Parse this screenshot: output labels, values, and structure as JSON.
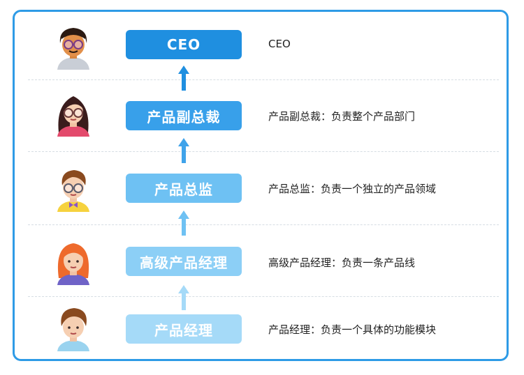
{
  "levels": [
    {
      "role": "CEO",
      "desc": "CEO",
      "color": "#1f8fe0"
    },
    {
      "role": "产品副总裁",
      "desc": "产品副总裁：负责整个产品部门",
      "color": "#38a0ea"
    },
    {
      "role": "产品总监",
      "desc": "产品总监：负责一个独立的产品领域",
      "color": "#6ec1f3"
    },
    {
      "role": "高级产品经理",
      "desc": "高级产品经理：负责一条产品线",
      "color": "#8ccff6"
    },
    {
      "role": "产品经理",
      "desc": "产品经理：负责一个具体的功能模块",
      "color": "#a5daf8"
    }
  ],
  "arrow_colors": [
    "#1f8fe0",
    "#3fa3ea",
    "#6ec1f3",
    "#a5daf8"
  ],
  "avatar_icons": [
    "person-glasses-icon",
    "woman-glasses-icon",
    "man-bowtie-icon",
    "woman-redhair-icon",
    "man-brownhair-icon"
  ]
}
